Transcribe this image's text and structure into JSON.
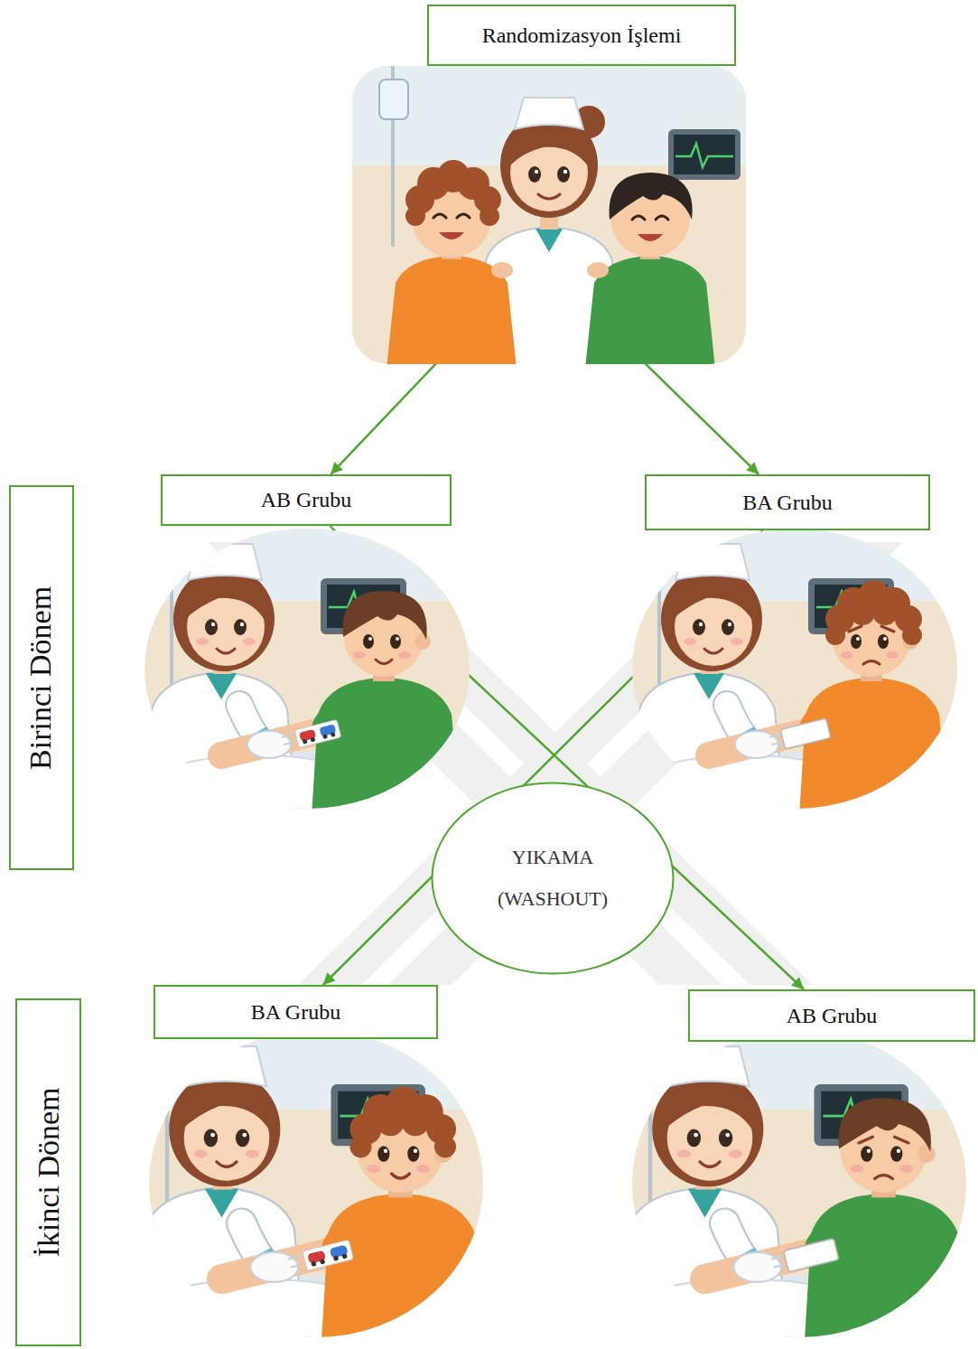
{
  "diagram": {
    "nodes": [
      {
        "text": [
          "Randomizasyon İşlemi"
        ]
      },
      {
        "text": [
          "Birinci Dönem"
        ]
      },
      {
        "text": [
          "AB Grubu"
        ]
      },
      {
        "text": [
          "BA Grubu"
        ]
      },
      {
        "text": [
          "YIKAMA (WASHOUT)"
        ]
      },
      {
        "text": [
          "İkinci Dönem"
        ]
      },
      {
        "text": [
          "BA Grubu"
        ]
      },
      {
        "text": [
          "AB Grubu"
        ]
      }
    ],
    "edges": [
      {
        "from": 0,
        "to": 2,
        "arrow": "to"
      },
      {
        "from": 0,
        "to": 3,
        "arrow": "to"
      },
      {
        "from": 2,
        "to": 7,
        "arrow": "to"
      },
      {
        "from": 3,
        "to": 6,
        "arrow": "to"
      }
    ]
  }
}
